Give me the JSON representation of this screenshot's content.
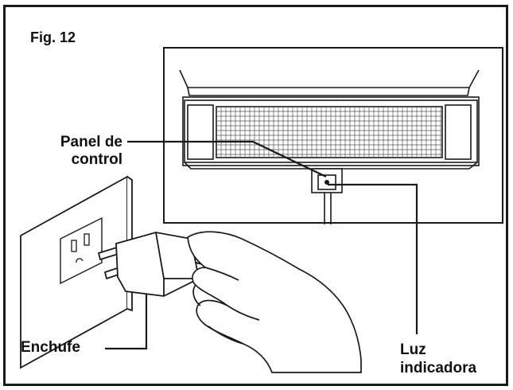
{
  "figure": {
    "label": "Fig. 12"
  },
  "callouts": {
    "control_panel": {
      "line1": "Panel de",
      "line2": "control"
    },
    "plug": {
      "text": "Enchufe"
    },
    "indicator_light": {
      "line1": "Luz",
      "line2": "indicadora"
    }
  },
  "colors": {
    "ink": "#111111",
    "grid": "#555555",
    "background": "#ffffff"
  },
  "icons": {
    "heater": "heater-illustration",
    "outlet": "wall-outlet-illustration",
    "plug": "plug-illustration",
    "hand": "hand-illustration"
  }
}
